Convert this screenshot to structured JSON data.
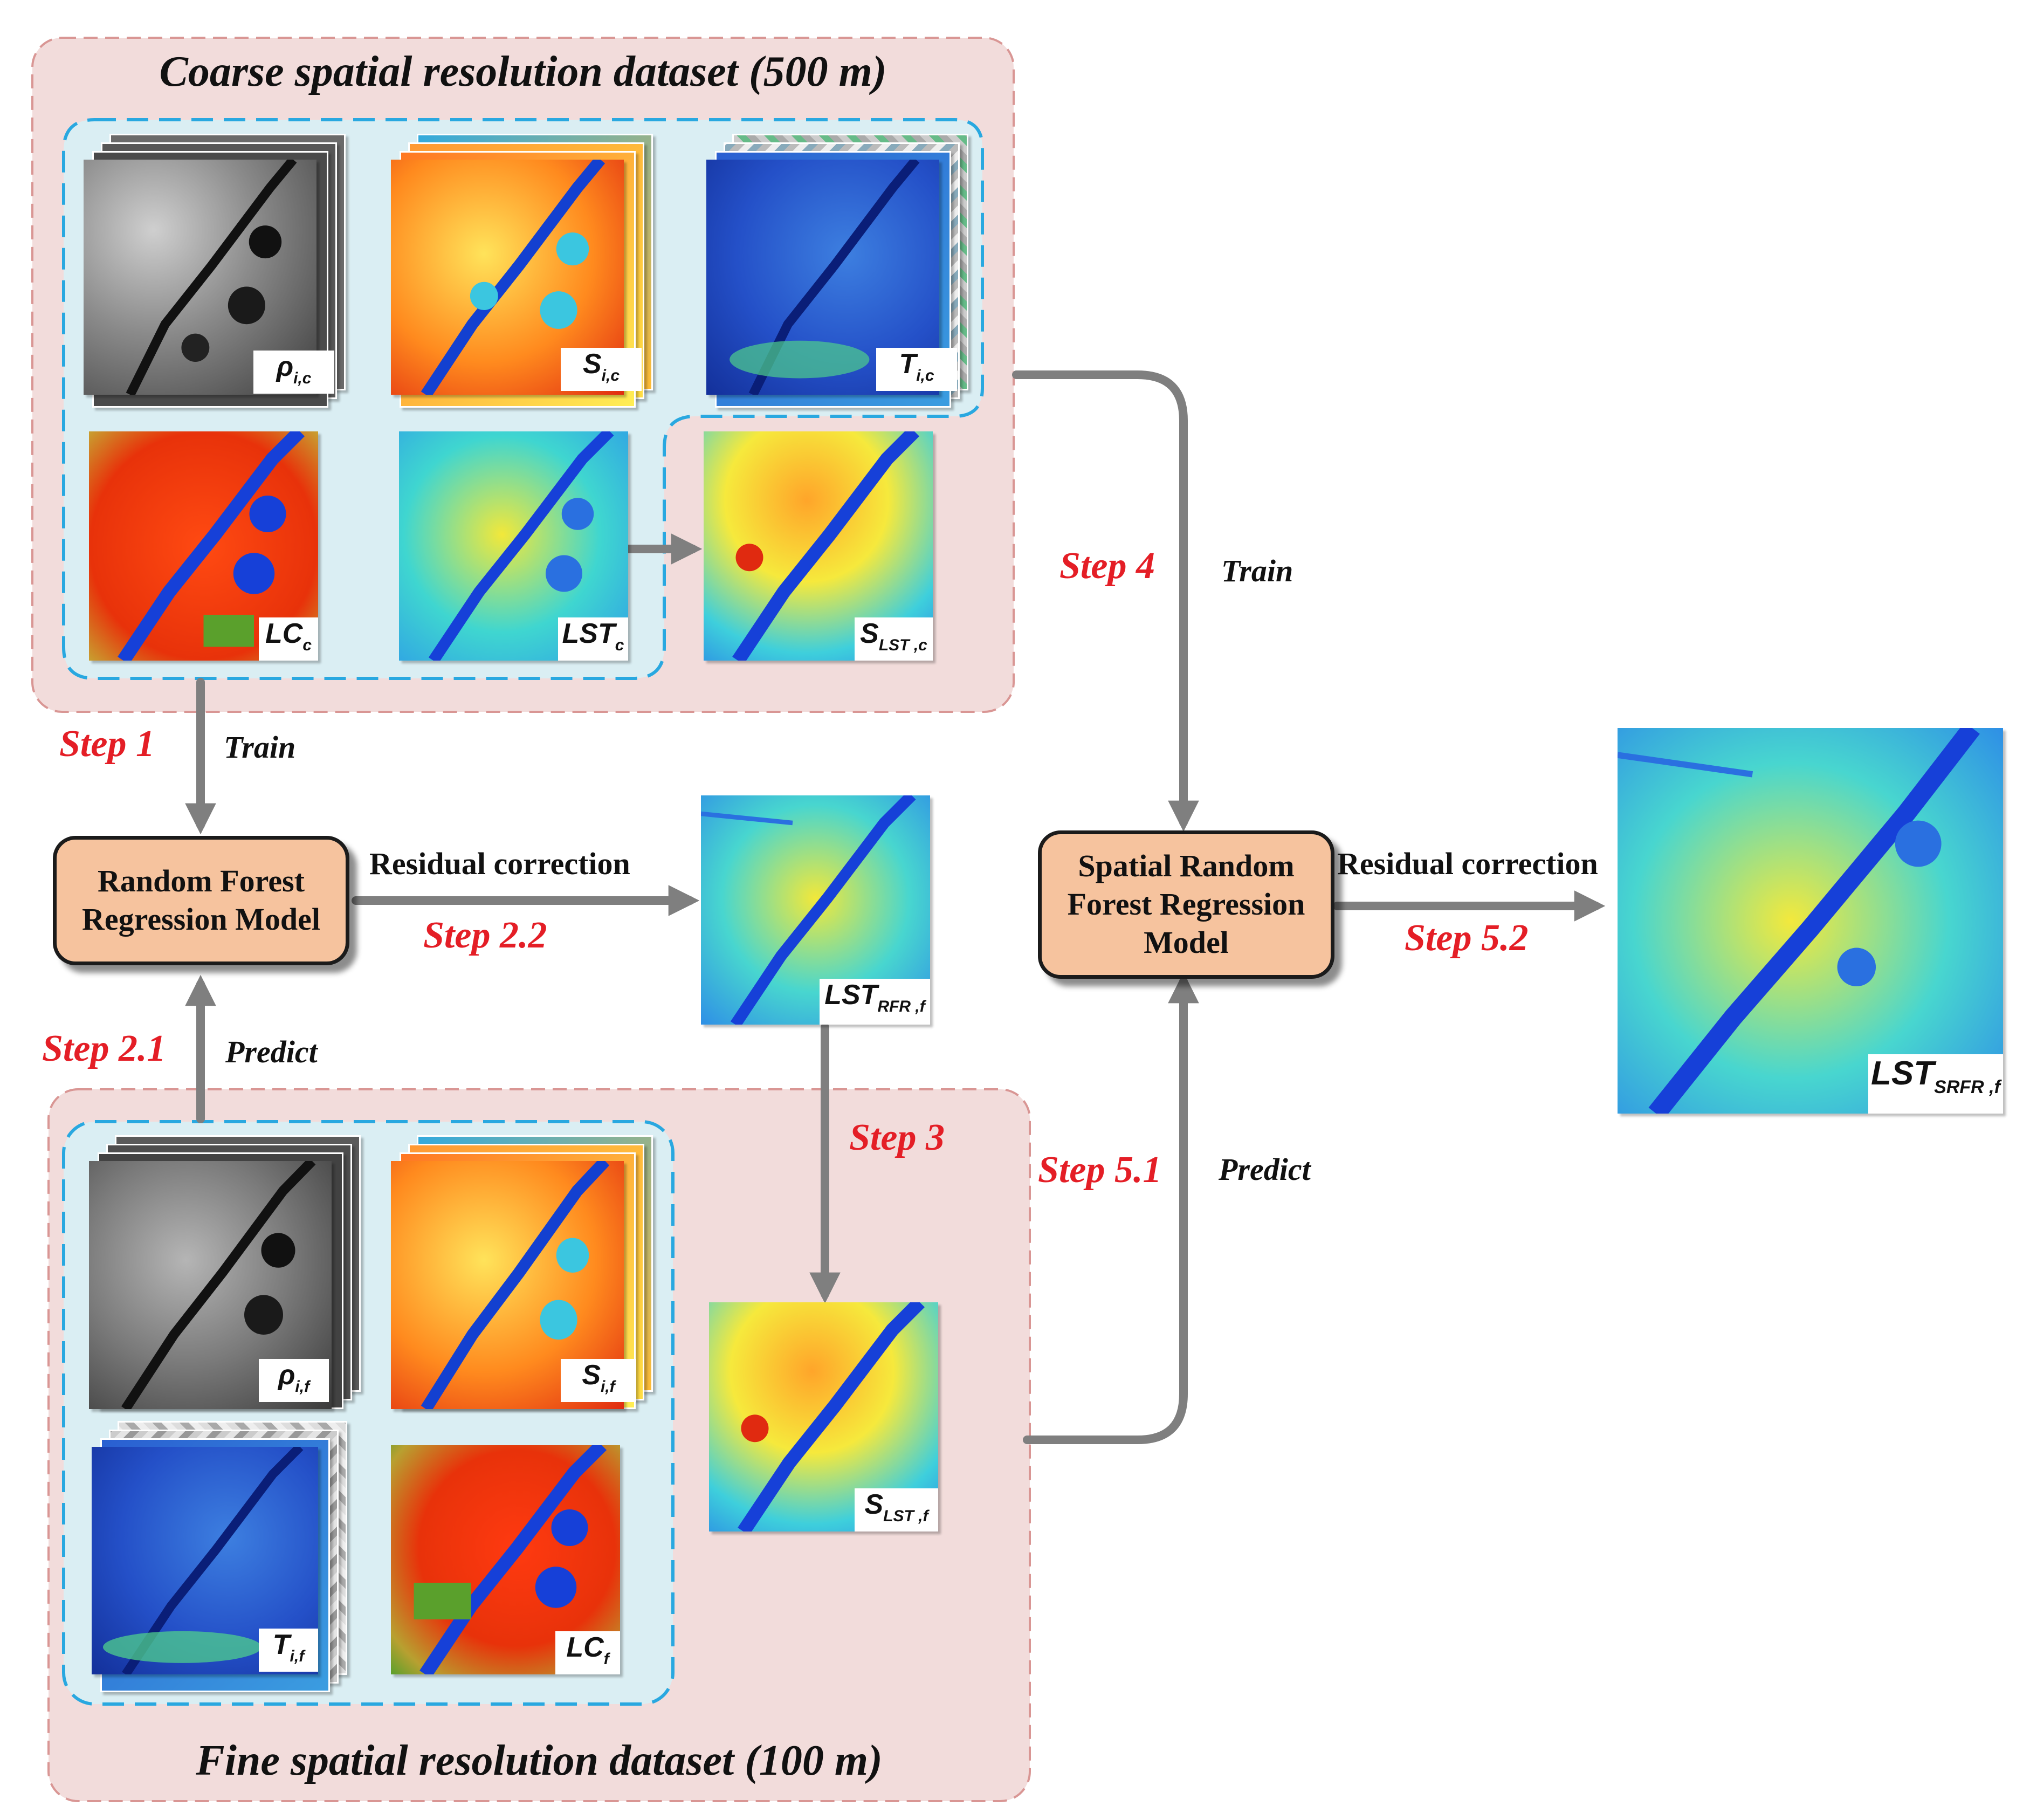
{
  "panels": {
    "coarse_title": "Coarse spatial resolution dataset (500 m)",
    "fine_title": "Fine spatial resolution dataset (100 m)"
  },
  "models": {
    "rfr": [
      "Random Forest",
      "Regression Model"
    ],
    "srfr": [
      "Spatial Random",
      "Forest Regression",
      "Model"
    ]
  },
  "steps": {
    "step1": "Step 1",
    "step21": "Step 2.1",
    "step22": "Step 2.2",
    "step3": "Step 3",
    "step4": "Step 4",
    "step51": "Step 5.1",
    "step52": "Step 5.2"
  },
  "actions": {
    "train1": "Train",
    "predict21": "Predict",
    "train4": "Train",
    "predict51": "Predict"
  },
  "edges": {
    "residual1": "Residual correction",
    "residual2": "Residual correction"
  },
  "labels": {
    "rho_c": {
      "base": "ρ",
      "sub": "i,c"
    },
    "s_c": {
      "base": "S",
      "sub": "i,c"
    },
    "t_c": {
      "base": "T",
      "sub": "i,c"
    },
    "lc_c": {
      "base": "LC",
      "sub": "c"
    },
    "lst_c": {
      "base": "LST",
      "sub": "c"
    },
    "slst_c": {
      "base": "S",
      "sub": "LST ,c"
    },
    "lst_rfr": {
      "base": "LST",
      "sub": "RFR ,f"
    },
    "slst_f": {
      "base": "S",
      "sub": "LST ,f"
    },
    "rho_f": {
      "base": "ρ",
      "sub": "i,f"
    },
    "s_f": {
      "base": "S",
      "sub": "i,f"
    },
    "t_f": {
      "base": "T",
      "sub": "i,f"
    },
    "lc_f": {
      "base": "LC",
      "sub": "f"
    },
    "lst_srfr": {
      "base": "LST",
      "sub": "SRFR ,f"
    }
  },
  "colors": {
    "panel_fill": "#f2dcdb",
    "panel_border": "#d99694",
    "group_fill": "#daeef3",
    "group_border": "#29a8e0",
    "arrow": "#7f7f7f",
    "step_text": "#e41e26",
    "model_fill": "#f6c39e"
  }
}
